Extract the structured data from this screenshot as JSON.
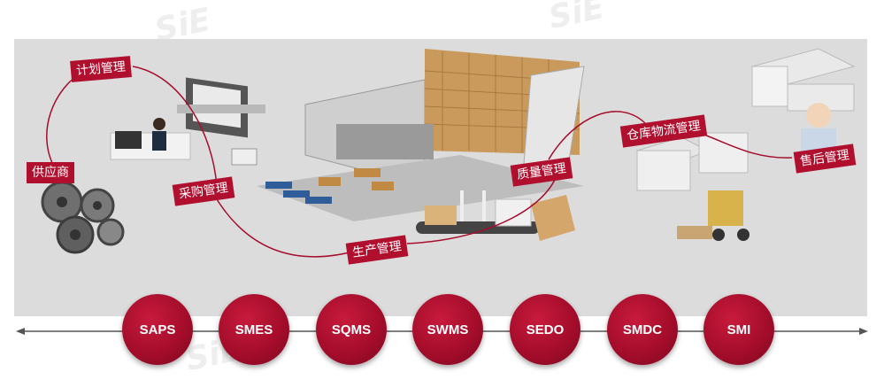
{
  "watermark": "SiE",
  "flow": {
    "supplier": "供应商",
    "planning": "计划管理",
    "purchasing": "采购管理",
    "production": "生产管理",
    "quality": "质量管理",
    "warehouse": "仓库物流管理",
    "after_sales": "售后管理"
  },
  "systems": [
    "SAPS",
    "SMES",
    "SQMS",
    "SWMS",
    "SEDO",
    "SMDC",
    "SMI"
  ],
  "colors": {
    "accent": "#b10f2e",
    "panel": "#dcdcdc"
  }
}
